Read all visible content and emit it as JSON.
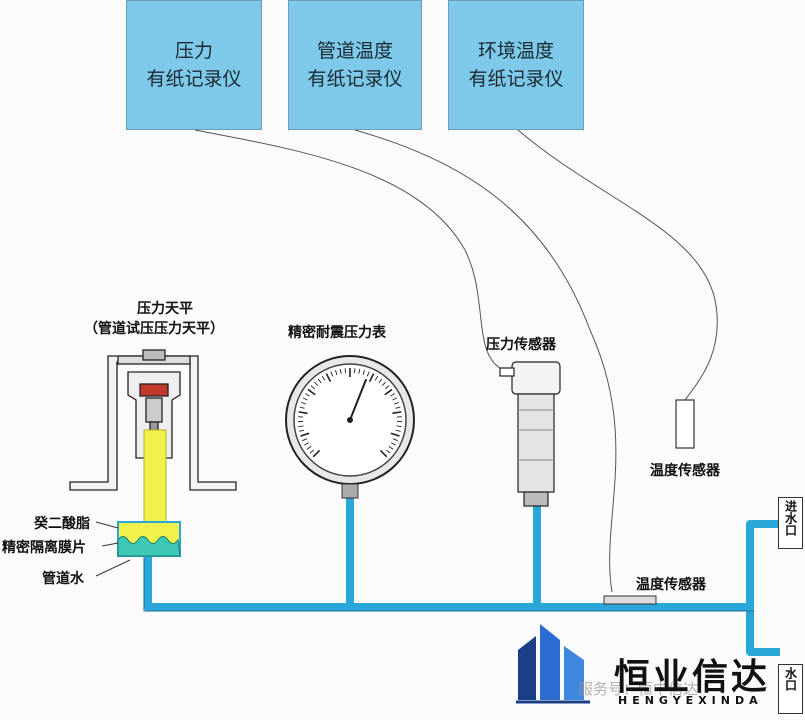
{
  "recorders": [
    {
      "line1": "压力",
      "line2": "有纸记录仪"
    },
    {
      "line1": "管道温度",
      "line2": "有纸记录仪"
    },
    {
      "line1": "环境温度",
      "line2": "有纸记录仪"
    }
  ],
  "labels": {
    "balance_title": "压力天平",
    "balance_subtitle": "（管道试压压力天平）",
    "gauge": "精密耐震压力表",
    "pressure_sensor": "压力传感器",
    "temp_sensor_ambient": "温度传感器",
    "temp_sensor_pipe": "温度传感器",
    "sebacate": "癸二酸脂",
    "diaphragm": "精密隔离膜片",
    "pipe_water": "管道水",
    "inlet": "进水口",
    "outlet": "水口"
  },
  "brand": {
    "name": "恒业信达",
    "pinyin": "HENGYEXINDA",
    "watermark": "服务号：恒中信达"
  },
  "gauge_scale": {
    "min": 0,
    "max": 100,
    "reading": 58
  },
  "colors": {
    "recorder": "#7ec8ea",
    "pipe": "#2aa7d9",
    "oil": "#f2f04a",
    "diaphragm_fluid": "#3ec9b4",
    "brand_blue": "#1f4fa6"
  }
}
